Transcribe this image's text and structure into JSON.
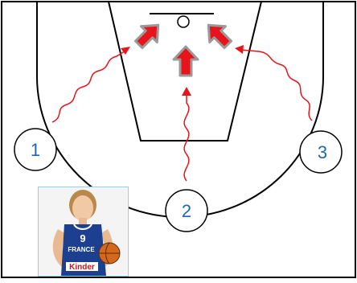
{
  "players": [
    {
      "number": "1"
    },
    {
      "number": "2"
    },
    {
      "number": "3"
    }
  ],
  "photo": {
    "jersey_number": "9",
    "jersey_country": "FRANCE",
    "sponsor": "Kinder"
  },
  "colors": {
    "court_lines": "#000000",
    "cut_path": "#e8141b",
    "arrow_fill": "#e8141b",
    "arrow_outline": "#9a9a9a",
    "player_number": "#1f66b0",
    "jersey": "#1d3f8f"
  },
  "icons": [
    "basket-icon",
    "arrow-icon",
    "player-photo"
  ]
}
